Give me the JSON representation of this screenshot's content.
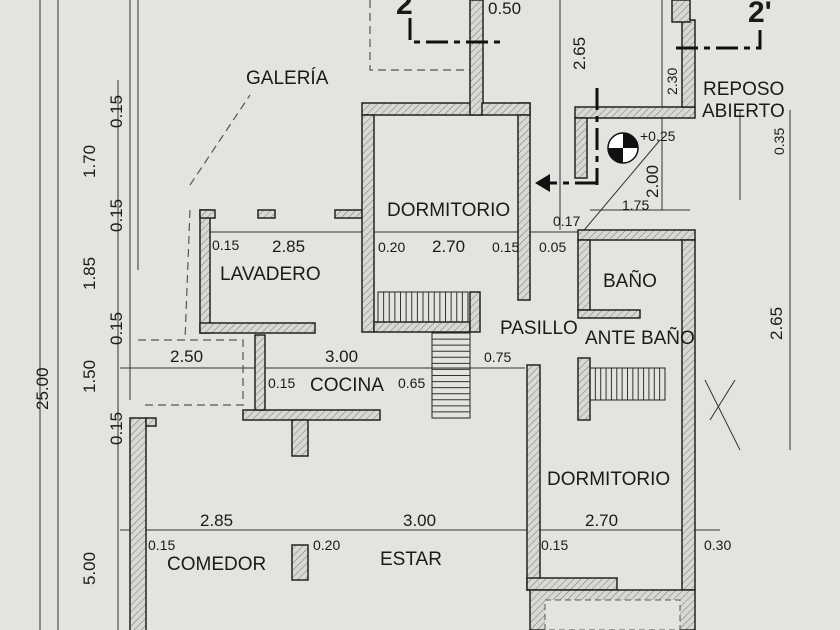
{
  "rooms": {
    "galeria": "GALERÍA",
    "dormitorio_top": "DORMITORIO",
    "lavadero": "LAVADERO",
    "pasillo": "PASILLO",
    "bano": "BAÑO",
    "ante_bano": "ANTE BAÑO",
    "cocina": "COCINA",
    "dormitorio_bottom": "DORMITORIO",
    "comedor": "COMEDOR",
    "estar": "ESTAR",
    "reposo_1": "REPOSO",
    "reposo_2": "ABIERTO"
  },
  "section_marks": {
    "left": "2",
    "right": "2'"
  },
  "level": "+0.25",
  "dims": {
    "top_050": "0.50",
    "v_265_top": "2.65",
    "v_230": "2.30",
    "v_200": "2.00",
    "h_175": "1.75",
    "d_017": "0.17",
    "v_035": "0.35",
    "row1": [
      "0.15",
      "2.85",
      "0.20",
      "2.70",
      "0.15",
      "0.05"
    ],
    "row2": [
      "2.50",
      "3.00",
      "0.75"
    ],
    "cocina_015": "0.15",
    "cocina_065": "0.65",
    "row3": [
      "2.85",
      "3.00",
      "2.70"
    ],
    "row3_small": [
      "0.15",
      "0.20",
      "0.15",
      "0.30"
    ],
    "left": [
      "0.15",
      "1.70",
      "0.15",
      "1.85",
      "0.15",
      "1.50",
      "0.15",
      "5.00"
    ],
    "total": "25.00",
    "right_265": "2.65"
  }
}
